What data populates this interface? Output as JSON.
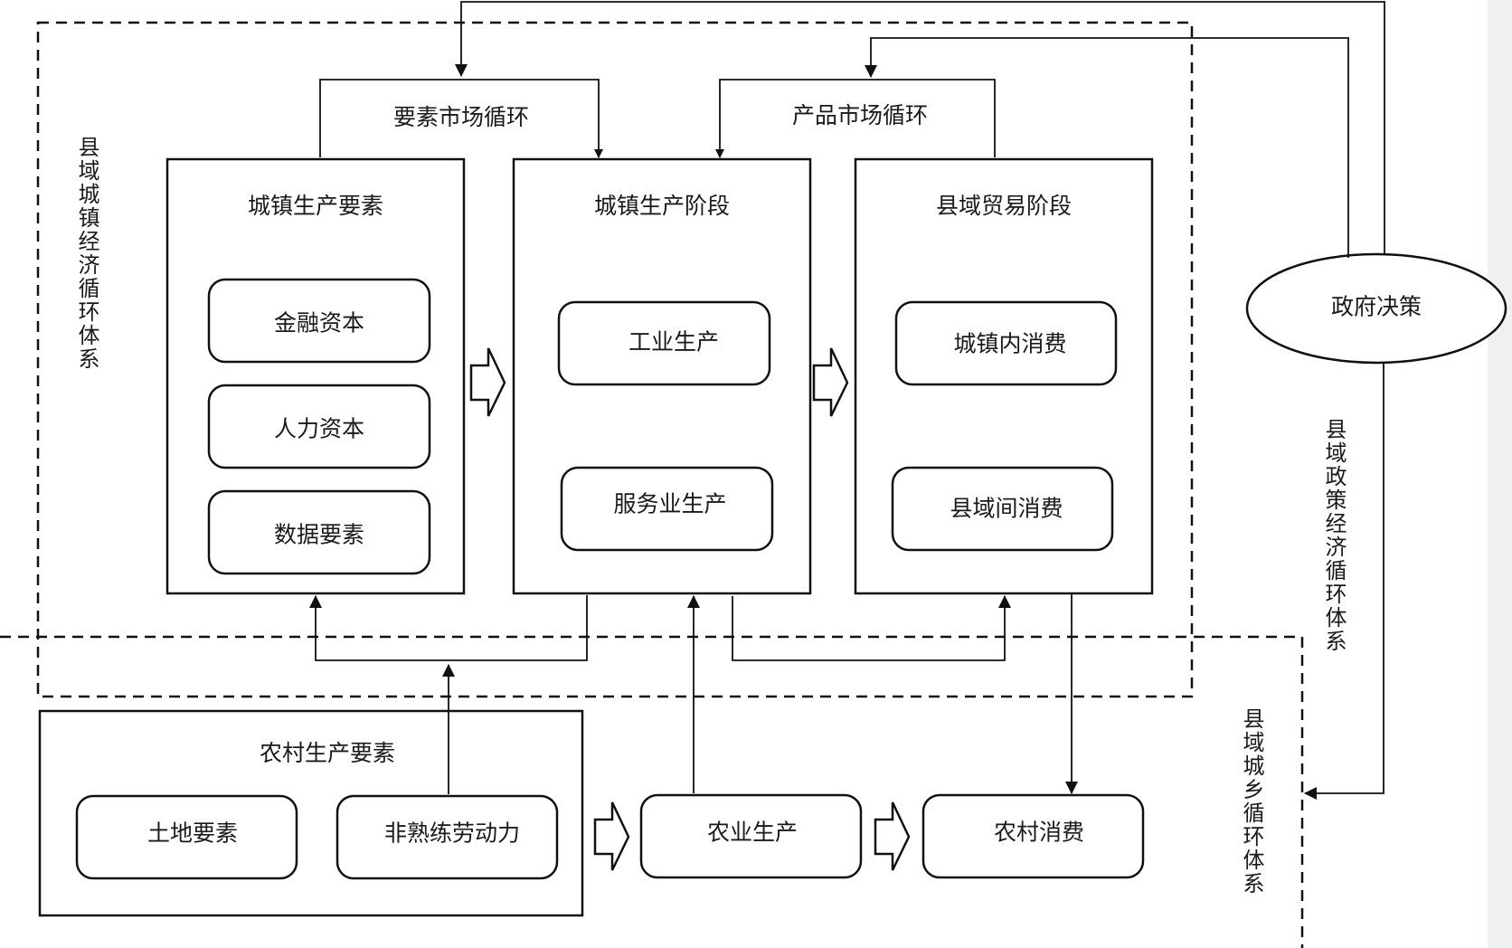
{
  "diagram": {
    "urban_system_label": "县域城镇经济循环体系",
    "policy_system_label": "县域政策经济循环体系",
    "urban_rural_system_label": "县域城乡循环体系",
    "factor_market_cycle": "要素市场循环",
    "product_market_cycle": "产品市场循环",
    "government": "政府决策",
    "urban_factors": {
      "title": "城镇生产要素",
      "items": [
        "金融资本",
        "人力资本",
        "数据要素"
      ]
    },
    "urban_production": {
      "title": "城镇生产阶段",
      "items": [
        "工业生产",
        "服务业生产"
      ]
    },
    "county_trade": {
      "title": "县域贸易阶段",
      "items": [
        "城镇内消费",
        "县域间消费"
      ]
    },
    "rural_factors": {
      "title": "农村生产要素",
      "items": [
        "土地要素",
        "非熟练劳动力"
      ]
    },
    "agri_production": "农业生产",
    "rural_consumption": "农村消费"
  }
}
